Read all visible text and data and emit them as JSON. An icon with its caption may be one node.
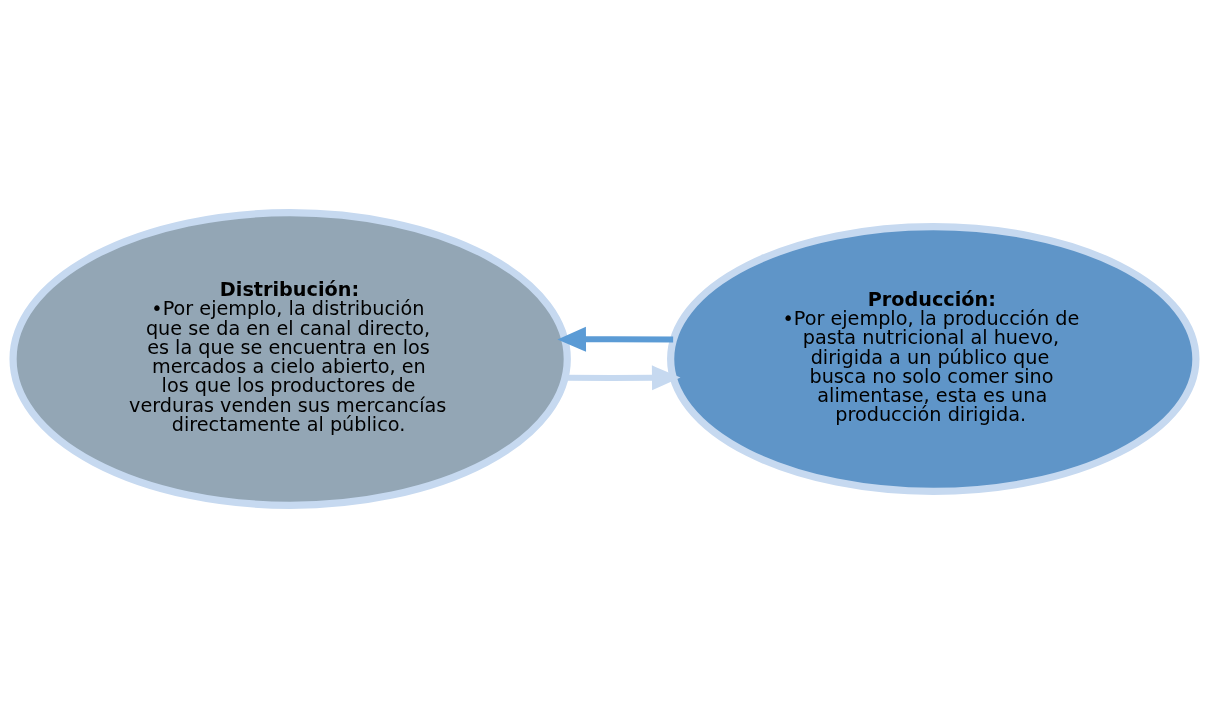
{
  "diagram": {
    "nodes": [
      {
        "text": [
          "Distribución:",
          "•Por ejemplo, la distribución que se da en el canal directo, es la que se encuentra en los mercados a cielo abierto, en los que los productores de verduras venden sus mercancías directamente al público."
        ]
      },
      {
        "text": [
          "Producción:",
          "•Por ejemplo, la producción de pasta nutricional al huevo, dirigida a un público que busca no solo comer sino alimentase, esta es una producción dirigida."
        ]
      }
    ],
    "edges": [
      {
        "from": 0,
        "to": 1,
        "arrow": "to",
        "color": "#c6d9f0"
      },
      {
        "from": 1,
        "to": 0,
        "arrow": "to",
        "color": "#5b9bd5"
      }
    ]
  }
}
